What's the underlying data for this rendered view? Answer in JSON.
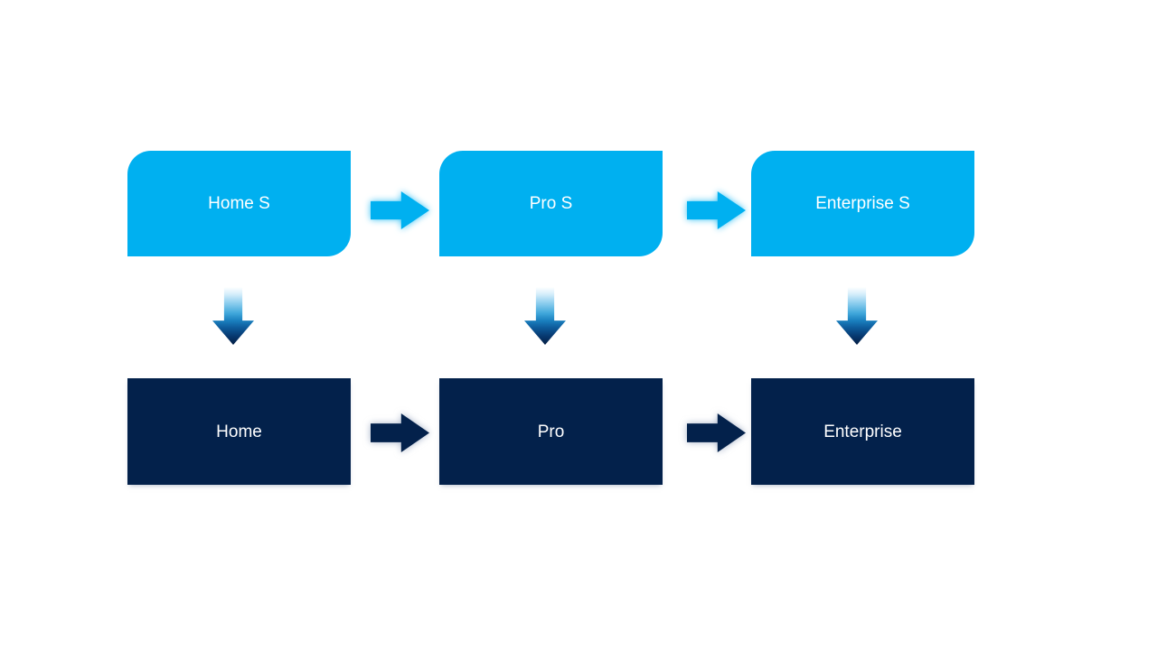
{
  "colors": {
    "page_bg": "#FFFFFF",
    "cyan": "#00B0F0",
    "navy": "#03214B",
    "cyan_glow": "rgba(0,176,240,0.75)",
    "navy_glow": "rgba(110,130,165,0.6)",
    "text": "#FFFFFF"
  },
  "columns": [
    {
      "top_label": "Home S",
      "bottom_label": "Home"
    },
    {
      "top_label": "Pro S",
      "bottom_label": "Pro"
    },
    {
      "top_label": "Enterprise S",
      "bottom_label": "Enterprise"
    }
  ],
  "icons": {
    "horizontal_connector": "right-arrow-icon",
    "vertical_connector": "down-arrow-icon"
  }
}
